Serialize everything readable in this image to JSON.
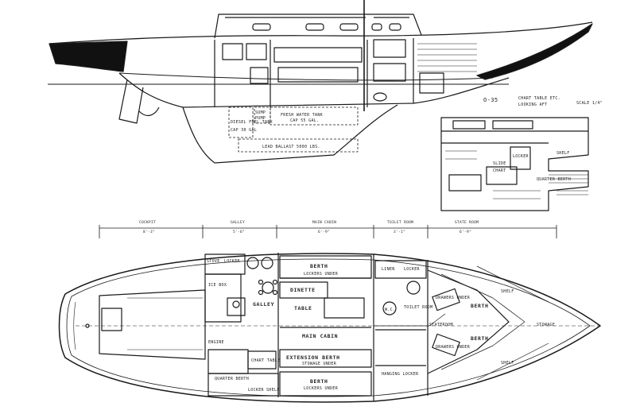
{
  "title": "O-35",
  "inset_caption_1": "CHART TABLE ETC.",
  "inset_caption_2": "LOOKING AFT",
  "inset_scale": "SCALE 1/4\"",
  "profile_labels": {
    "fresh_water_tank": "FRESH WATER TANK",
    "fresh_water_cap": "CAP 55 GAL.",
    "diesel_tank": "DIESEL FUEL TANK",
    "diesel_cap": "CAP 30 GAL",
    "sump": "SUMP",
    "pump": "PUMP",
    "lead_ballast": "LEAD BALLAST 5000 LBS."
  },
  "inset_labels": {
    "locker": "LOCKER",
    "shelf": "SHELF",
    "chart": "CHART",
    "slide": "SLIDE",
    "quarter_berth": "QUARTER BERTH"
  },
  "dimensions": [
    {
      "label": "COCKPIT",
      "value": "8'-3\""
    },
    {
      "label": "GALLEY",
      "value": "5'-6\""
    },
    {
      "label": "MAIN CABIN",
      "value": "6'-9\""
    },
    {
      "label": "TOILET ROOM",
      "value": "3'-1\""
    },
    {
      "label": "STATE ROOM",
      "value": "6'-9\""
    }
  ],
  "plan_labels": {
    "berth_top": "BERTH",
    "lockers_under_top": "LOCKERS UNDER",
    "dinette": "DINETTE",
    "table": "TABLE",
    "galley": "GALLEY",
    "main_cabin": "MAIN CABIN",
    "extension_berth": "EXTENSION BERTH",
    "stowage_under": "STOWAGE UNDER",
    "berth_bottom": "BERTH",
    "lockers_under_bottom": "LOCKERS UNDER",
    "quarter_berth": "QUARTER BERTH",
    "chart_table": "CHART TABLE",
    "stove": "STOVE",
    "icebox": "ICE BOX",
    "locker_top": "LOCKER",
    "linen": "LINEN",
    "locker_head": "LOCKER",
    "toilet_room": "TOILET ROOM",
    "hanging_locker": "HANGING LOCKER",
    "stateroom": "STATEROOM",
    "berth_fwd_1": "BERTH",
    "berth_fwd_2": "BERTH",
    "shelf_1": "SHELF",
    "shelf_2": "SHELF",
    "stowage": "STOWAGE",
    "drawers_1": "DRAWERS UNDER",
    "drawers_2": "DRAWERS UNDER",
    "wc": "W.C.",
    "engine": "ENGINE",
    "locker_bottom": "LOCKER",
    "shelf_bottom": "SHELF"
  },
  "colors": {
    "ink": "#1a1a1a",
    "paper": "#ffffff"
  }
}
